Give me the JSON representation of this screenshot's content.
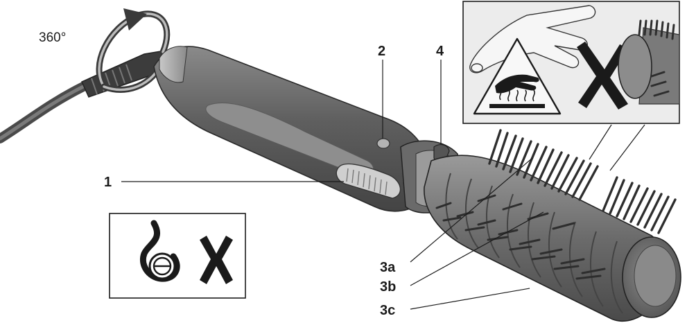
{
  "rotation_label": "360°",
  "labels": {
    "handle_button": "1",
    "indicator": "2",
    "release_button": "4",
    "bristle_a": "3a",
    "bristle_b": "3b",
    "bristle_c": "3c"
  },
  "colors": {
    "body_dark": "#5a5a5a",
    "body_mid": "#7d7d7d",
    "body_light": "#a9a9a9",
    "bristle": "#2e2e2e",
    "panel_bg": "#ececec",
    "line": "#1a1a1a"
  },
  "icons": {
    "hot_surface_warning": "hot-surface-warning-icon",
    "no_touch_cross": "cross-mark-icon",
    "no_steam_symbol": "steam-symbol-icon"
  }
}
